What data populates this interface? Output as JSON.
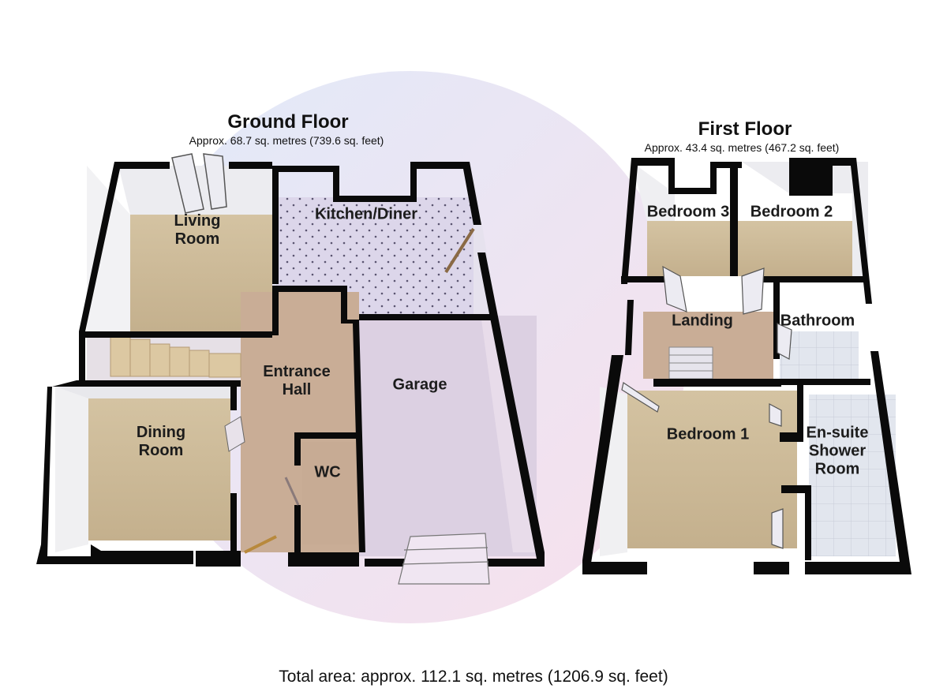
{
  "ground_floor": {
    "title": "Ground Floor",
    "area": "Approx. 68.7 sq. metres (739.6 sq. feet)",
    "rooms": {
      "living_room": [
        "Living",
        "Room"
      ],
      "kitchen_diner": [
        "Kitchen/Diner"
      ],
      "entrance_hall": [
        "Entrance",
        "Hall"
      ],
      "garage": [
        "Garage"
      ],
      "dining_room": [
        "Dining",
        "Room"
      ],
      "wc": [
        "WC"
      ]
    }
  },
  "first_floor": {
    "title": "First Floor",
    "area": "Approx. 43.4 sq. metres (467.2 sq. feet)",
    "rooms": {
      "bedroom_3": [
        "Bedroom 3"
      ],
      "bedroom_2": [
        "Bedroom 2"
      ],
      "landing": [
        "Landing"
      ],
      "bathroom": [
        "Bathroom"
      ],
      "bedroom_1": [
        "Bedroom 1"
      ],
      "ensuite": [
        "En-suite",
        "Shower",
        "Room"
      ]
    }
  },
  "total_area": "Total area: approx. 112.1 sq. metres (1206.9 sq. feet)",
  "colors": {
    "wall": "#0a0a0a",
    "carpet": "#cbb999",
    "kitchen_floor": "#d8d2e8",
    "garage_floor": "#ddd0e2",
    "hall_floor": "#c9ad96",
    "tile_floor": "#dfe4ec",
    "stairs": "#dcc8a2"
  }
}
